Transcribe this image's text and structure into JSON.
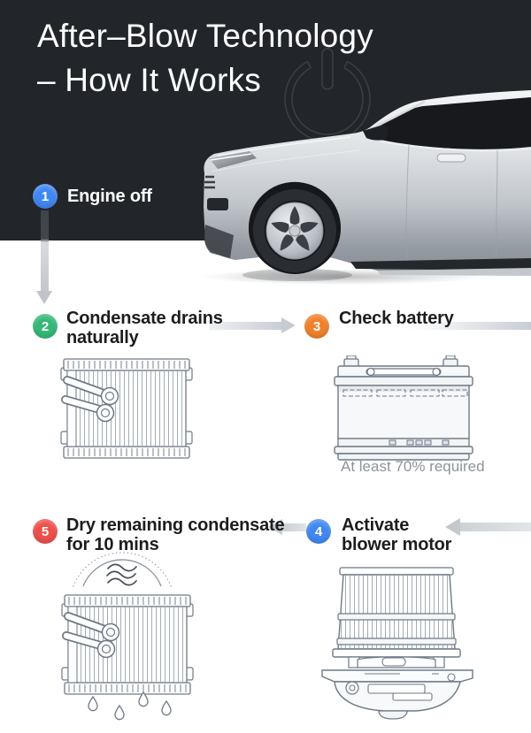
{
  "header": {
    "title_line1": "After–Blow Technology",
    "title_line2": "– How It Works"
  },
  "steps": [
    {
      "number": "1",
      "lines": [
        "Engine off"
      ],
      "color": "#4187f2"
    },
    {
      "number": "2",
      "lines": [
        "Condensate drains",
        "naturally"
      ],
      "color": "#35b877"
    },
    {
      "number": "3",
      "lines": [
        "Check battery"
      ],
      "color": "#f0812c",
      "note": "At least 70% required"
    },
    {
      "number": "4",
      "lines": [
        "Activate",
        "blower motor"
      ],
      "color": "#4187f2"
    },
    {
      "number": "5",
      "lines": [
        "Dry remaining condensate",
        "for 10 mins"
      ],
      "color": "#ee4f4b"
    }
  ],
  "colors": {
    "header_bg": "#22262b",
    "step_blue": "#4187f2",
    "step_green": "#35b877",
    "step_orange": "#f0812c",
    "step_red": "#ee4f4b",
    "arrow_gray": "#c6cbd1",
    "note_gray": "#8d939b",
    "illustration_line": "#6e7a87"
  },
  "icons": {
    "power": "power-icon",
    "car": "car-illustration",
    "evaporator": "evaporator-illustration",
    "battery": "battery-illustration",
    "blower": "blower-motor-illustration",
    "heat_waves": "heat-waves-icon",
    "water_drops": "water-drops-icon"
  }
}
